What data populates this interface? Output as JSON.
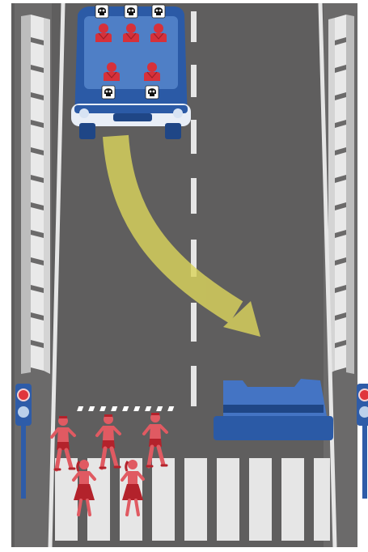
{
  "scene": {
    "title": "",
    "colors": {
      "road": "#5f5e5e",
      "road_edge": "#6b6a6a",
      "lane_line": "#e6e6e6",
      "barrier_light": "#e9e9e9",
      "barrier_mid": "#cfcfcf",
      "barrier_dark": "#a9a9a9",
      "car_body": "#2b5aa6",
      "car_body_dark": "#1f4686",
      "car_light": "#d7e3f3",
      "passenger_red": "#d6313a",
      "passenger_dark": "#9e1f26",
      "pedestrian_red": "#e05a62",
      "pedestrian_dark": "#b3222b",
      "arrow": "#d9d35c",
      "signal_body": "#2e5ca8",
      "signal_red": "#e0353c",
      "signal_off": "#bcd0ea",
      "skull_bg": "#ffffff",
      "skull_fg": "#111111"
    },
    "icons": {
      "skull": "skull-icon",
      "passenger": "passenger-icon",
      "pedestrian": "pedestrian-icon",
      "traffic_light": "traffic-light-icon",
      "barrier": "concrete-barrier-icon",
      "arrow": "swerve-arrow-icon"
    },
    "passengers": {
      "count": 5,
      "fate": "skull"
    },
    "pedestrians": {
      "count": 5,
      "kinds": [
        "runner-male",
        "runner-male",
        "runner-male",
        "runner-female",
        "runner-female"
      ]
    },
    "traffic_signals": {
      "state": "red"
    },
    "car_action": "swerve"
  }
}
